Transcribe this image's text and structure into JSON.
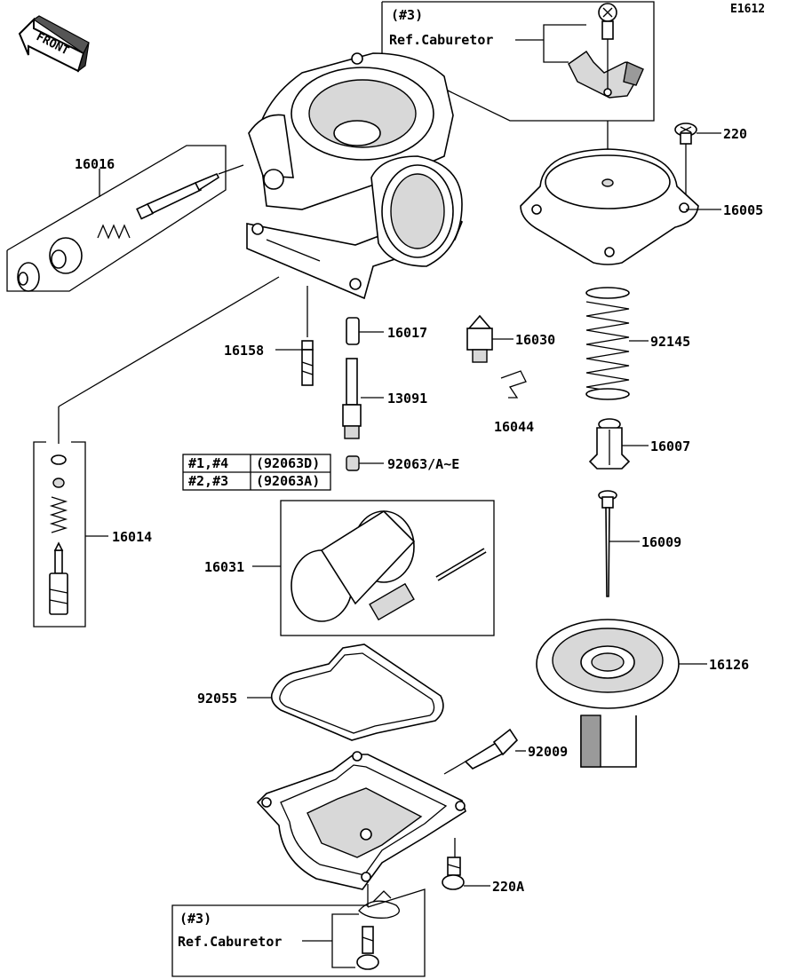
{
  "code": "E1612",
  "front_label": "FRONT",
  "ref_box_top": {
    "group": "(#3)",
    "ref": "Ref.Caburetor"
  },
  "ref_box_bottom": {
    "group": "(#3)",
    "ref": "Ref.Caburetor"
  },
  "callouts": {
    "p220": "220",
    "p16005": "16005",
    "p16016": "16016",
    "p16017": "16017",
    "p16030": "16030",
    "p92145": "92145",
    "p16158": "16158",
    "p13091": "13091",
    "p16044": "16044",
    "p16007": "16007",
    "p92063": "92063/A~E",
    "p16014": "16014",
    "p16009": "16009",
    "p16031": "16031",
    "p16126": "16126",
    "p92055": "92055",
    "p92009": "92009",
    "p220A": "220A"
  },
  "jet_table": {
    "rows": [
      {
        "cyl": "#1,#4",
        "part": "(92063D)"
      },
      {
        "cyl": "#2,#3",
        "part": "(92063A)"
      }
    ]
  }
}
